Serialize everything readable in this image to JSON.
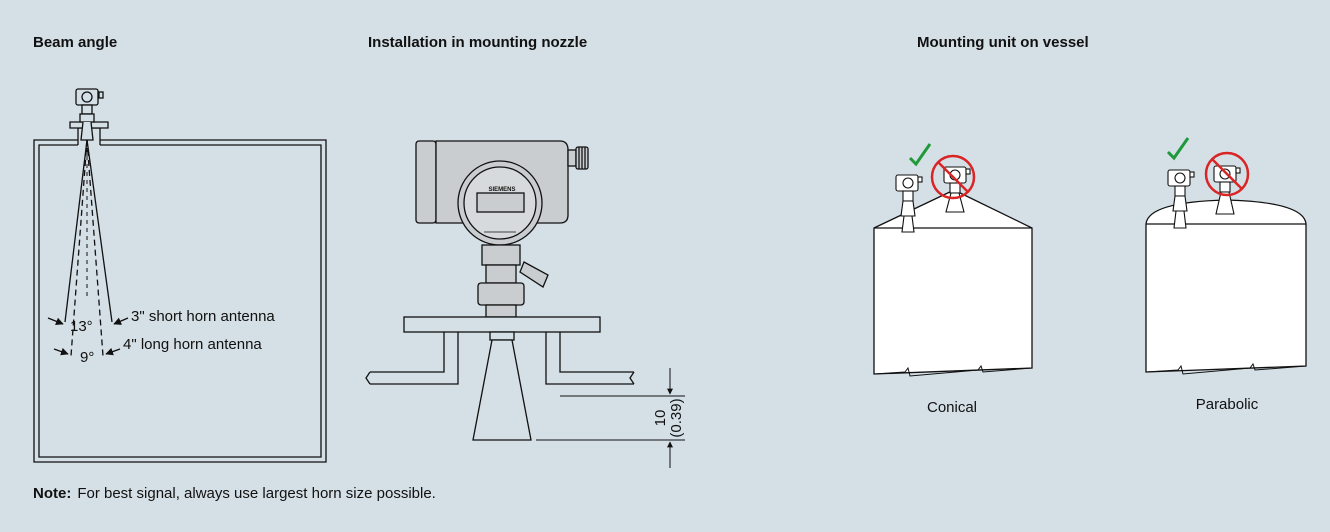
{
  "headers": {
    "beam_angle": "Beam angle",
    "installation": "Installation in mounting nozzle",
    "mounting": "Mounting unit on vessel"
  },
  "beam": {
    "short_horn_angle": "13°",
    "short_horn_label": "3\" short horn antenna",
    "long_horn_angle": "9°",
    "long_horn_label": "4\" long horn antenna"
  },
  "installation": {
    "brand": "SIEMENS",
    "dimension_mm": "10",
    "dimension_in": "(0.39)"
  },
  "vessels": {
    "conical": "Conical",
    "parabolic": "Parabolic"
  },
  "note": {
    "label": "Note:",
    "text": "For best signal, always use largest horn size possible."
  },
  "colors": {
    "background": "#d5dfe6",
    "check": "#1f9a3a",
    "prohibited": "#d92525"
  }
}
